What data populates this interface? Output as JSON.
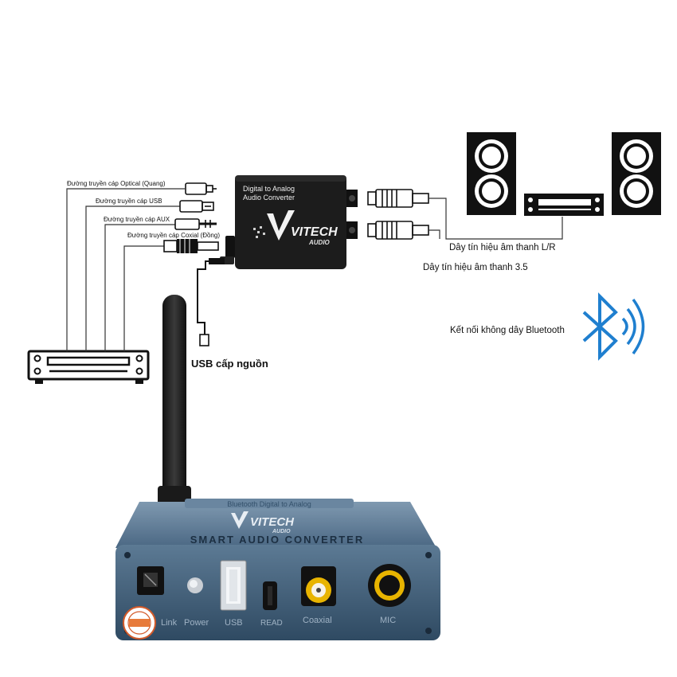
{
  "inputs": {
    "optical": "Đường truyền cáp Optical (Quang)",
    "usb": "Đường truyền cáp USB",
    "aux": "Đường truyền cáp AUX",
    "coaxial": "Đường truyền cáp Coxial (Đồng)"
  },
  "converter": {
    "line1": "Digital to Analog",
    "line2": "Audio Converter",
    "brand": "VITECH",
    "brand_sub": "AUDIO"
  },
  "outputs": {
    "lr_signal": "Dây tín hiệu âm thanh L/R",
    "signal_35": "Dây tín hiệu âm thanh 3.5"
  },
  "power_label": "USB cấp nguồn",
  "bluetooth_label": "Kết nối không dây Bluetooth",
  "device": {
    "top_text": "Bluetooth Digital to Analog",
    "brand": "VITECH",
    "brand_sub": "AUDIO",
    "model": "SMART AUDIO CONVERTER",
    "ports": [
      "Link",
      "Power",
      "USB",
      "READ",
      "Coaxial",
      "MIC"
    ]
  },
  "colors": {
    "device_body": "#3c5a74",
    "converter_body": "#1c1c1c",
    "bluetooth": "#1f7fcf",
    "coax_ring": "#e8b400"
  }
}
